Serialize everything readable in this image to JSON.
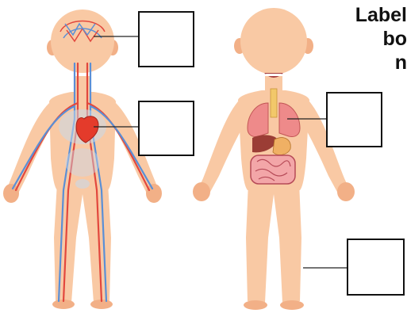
{
  "worksheet": {
    "title_lines": [
      "Label",
      "bo",
      "n"
    ],
    "answer_boxes": [
      {
        "id": "brain",
        "value": ""
      },
      {
        "id": "heart",
        "value": ""
      },
      {
        "id": "lungs",
        "value": ""
      },
      {
        "id": "muscles",
        "value": ""
      }
    ]
  },
  "colors": {
    "skin": "#f9c9a4",
    "skin_dark": "#f2b087",
    "artery": "#e2473d",
    "vein": "#5a8fd6",
    "heart": "#e43b2b",
    "lungs": "#ee8a8a",
    "intestine": "#f3a6a8",
    "intestine_outline": "#b64a57",
    "stomach": "#f0b064",
    "liver": "#9b3d35",
    "trachea": "#f2c86a",
    "mouth": "#a43c3c"
  }
}
